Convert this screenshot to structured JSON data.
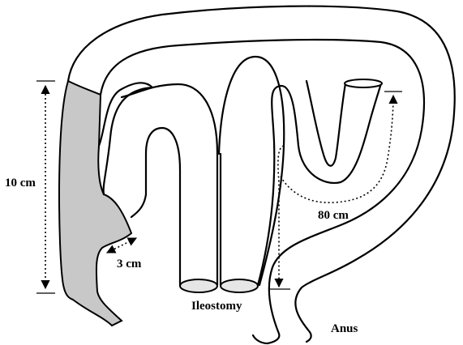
{
  "labels": {
    "length_10": "10 cm",
    "length_3": "3 cm",
    "length_80": "80 cm",
    "ileostomy": "Ileostomy",
    "anus": "Anus"
  },
  "colors": {
    "shaded_segment": "#c8c8c8",
    "stoma": "#e6e6e6",
    "line": "#000000"
  }
}
